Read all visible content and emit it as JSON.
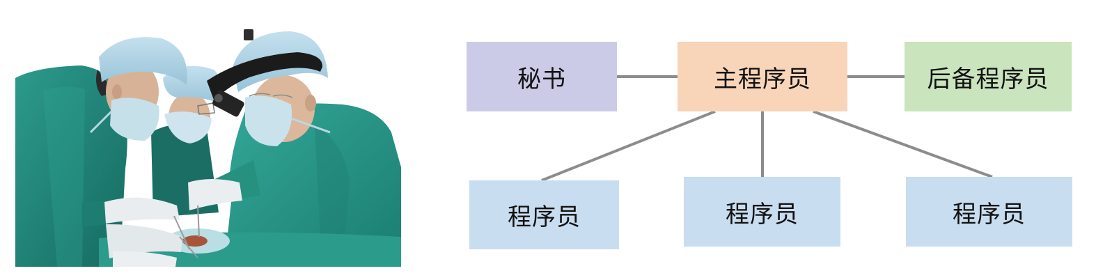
{
  "diagram": {
    "nodes": [
      {
        "label": "秘书",
        "color": "#cbcbe7"
      },
      {
        "label": "主程序员",
        "color": "#f8d5b9"
      },
      {
        "label": "后备程序员",
        "color": "#cae4bd"
      },
      {
        "label": "程序员",
        "color": "#c9ddf0"
      },
      {
        "label": "程序员",
        "color": "#c9ddf0"
      },
      {
        "label": "程序员",
        "color": "#c9ddf0"
      }
    ],
    "line_color": "#8c8c8c",
    "text_color": "#111111"
  }
}
